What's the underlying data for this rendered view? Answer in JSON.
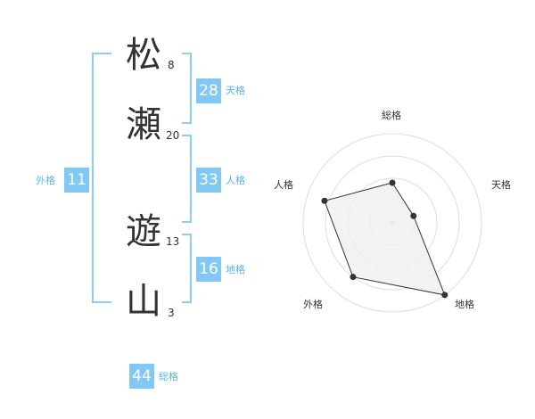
{
  "name": {
    "characters": [
      {
        "char": "松",
        "strokes": "8"
      },
      {
        "char": "瀬",
        "strokes": "20"
      },
      {
        "char": "遊",
        "strokes": "13"
      },
      {
        "char": "山",
        "strokes": "3"
      }
    ]
  },
  "kaku": {
    "tenkaku": {
      "value": "28",
      "label": "天格"
    },
    "jinkaku": {
      "value": "33",
      "label": "人格"
    },
    "chikaku": {
      "value": "16",
      "label": "地格"
    },
    "gaikaku": {
      "value": "11",
      "label": "外格"
    },
    "soukaku": {
      "value": "44",
      "label": "総格"
    }
  },
  "chart_data": {
    "type": "radar",
    "axes": [
      "総格",
      "天格",
      "地格",
      "外格",
      "人格"
    ],
    "rings": 4,
    "grid": true,
    "values": [
      0.45,
      0.25,
      1.0,
      0.75,
      0.8
    ],
    "colors": {
      "fill": "#f0f0f0",
      "line": "#333333",
      "grid": "#dddddd"
    }
  }
}
